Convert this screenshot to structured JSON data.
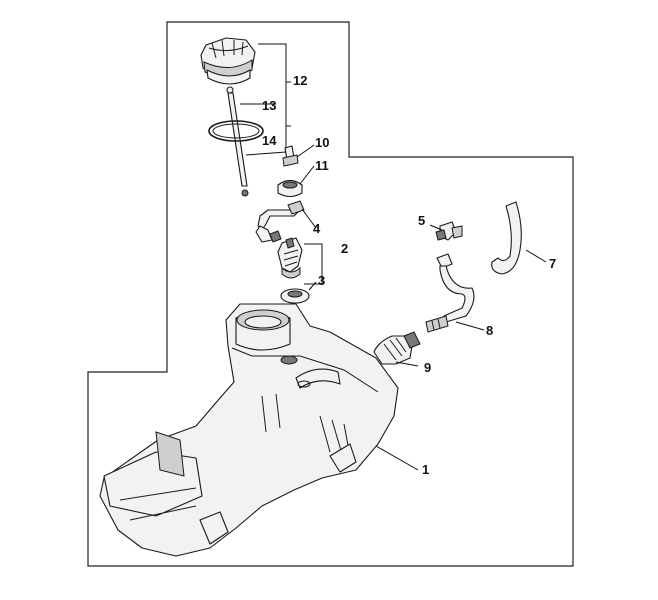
{
  "callouts": {
    "c1": "1",
    "c2": "2",
    "c3": "3",
    "c4": "4",
    "c5": "5",
    "c7": "7",
    "c8": "8",
    "c9": "9",
    "c10": "10",
    "c11": "11",
    "c12": "12",
    "c13": "13",
    "c14": "14"
  },
  "colors": {
    "line": "#1a1a1a",
    "part_fill": "#f2f2f2",
    "background": "#ffffff"
  }
}
